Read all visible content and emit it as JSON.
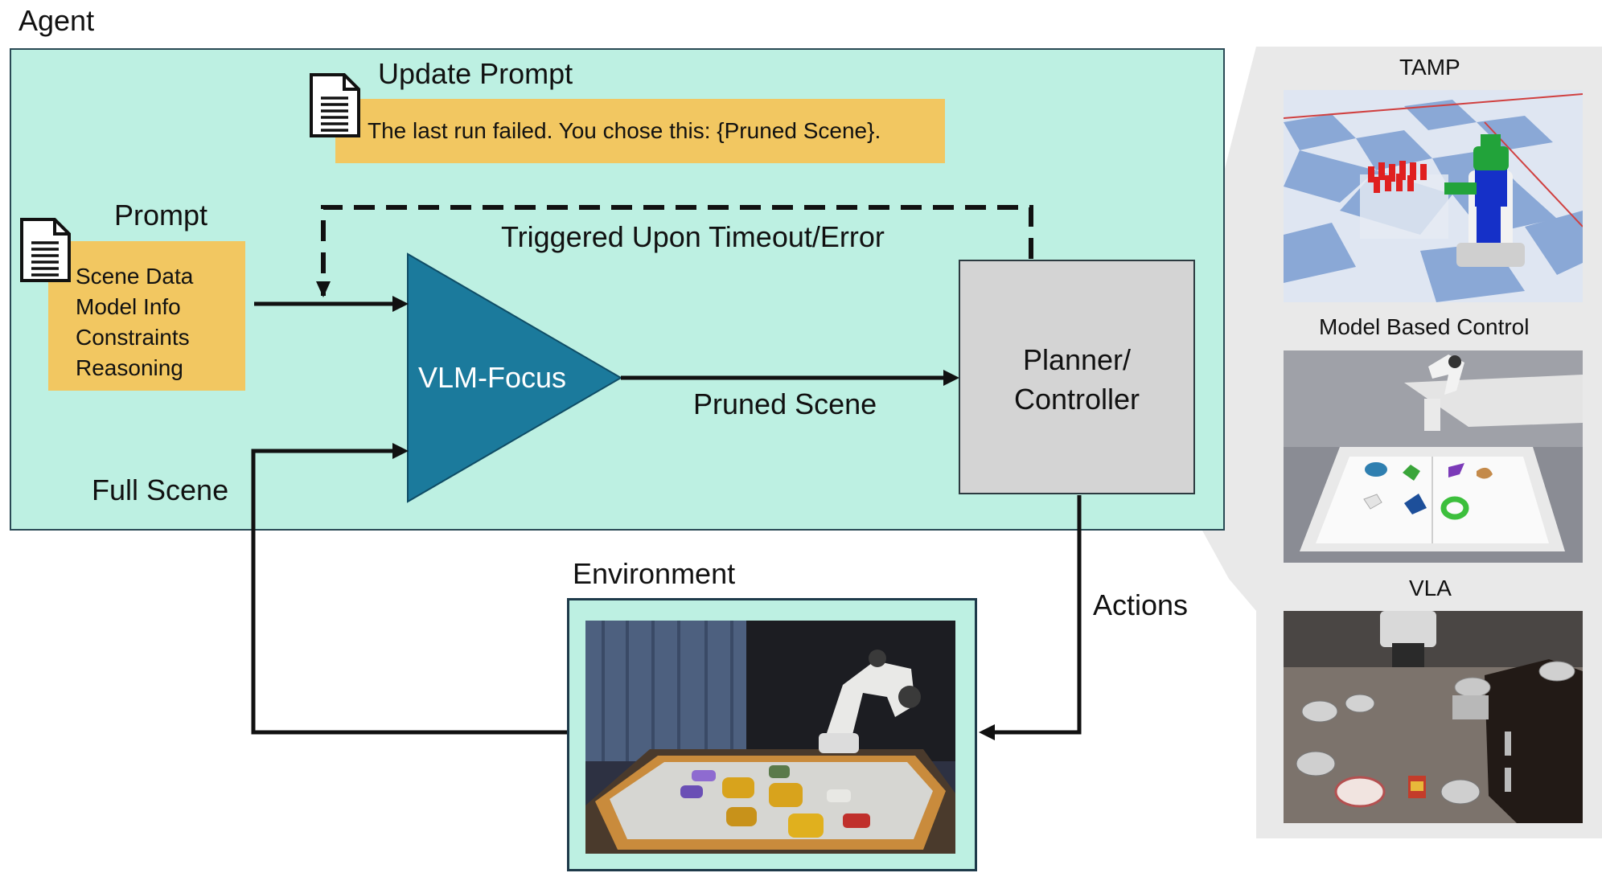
{
  "agent": {
    "label": "Agent"
  },
  "update_prompt": {
    "title": "Update Prompt",
    "text": "The last run failed. You chose this: {Pruned Scene}."
  },
  "prompt": {
    "title": "Prompt",
    "lines": [
      "Scene Data",
      "Model Info",
      "Constraints",
      "Reasoning"
    ]
  },
  "vlm": {
    "label": "VLM-Focus"
  },
  "planner": {
    "label": "Planner/\nController"
  },
  "edges": {
    "feedback": "Triggered Upon Timeout/Error",
    "pruned_scene": "Pruned Scene",
    "full_scene": "Full Scene",
    "actions": "Actions"
  },
  "environment": {
    "label": "Environment"
  },
  "examples": {
    "tamp": "TAMP",
    "model_based": "Model Based Control",
    "vla": "VLA"
  },
  "colors": {
    "agent_bg": "#bdf0e2",
    "prompt_bg": "#f2c761",
    "vlm_fill": "#1b7a9c",
    "planner_fill": "#d4d4d4",
    "panel_bg": "#e9e9e9"
  },
  "icons": [
    "document-icon"
  ]
}
